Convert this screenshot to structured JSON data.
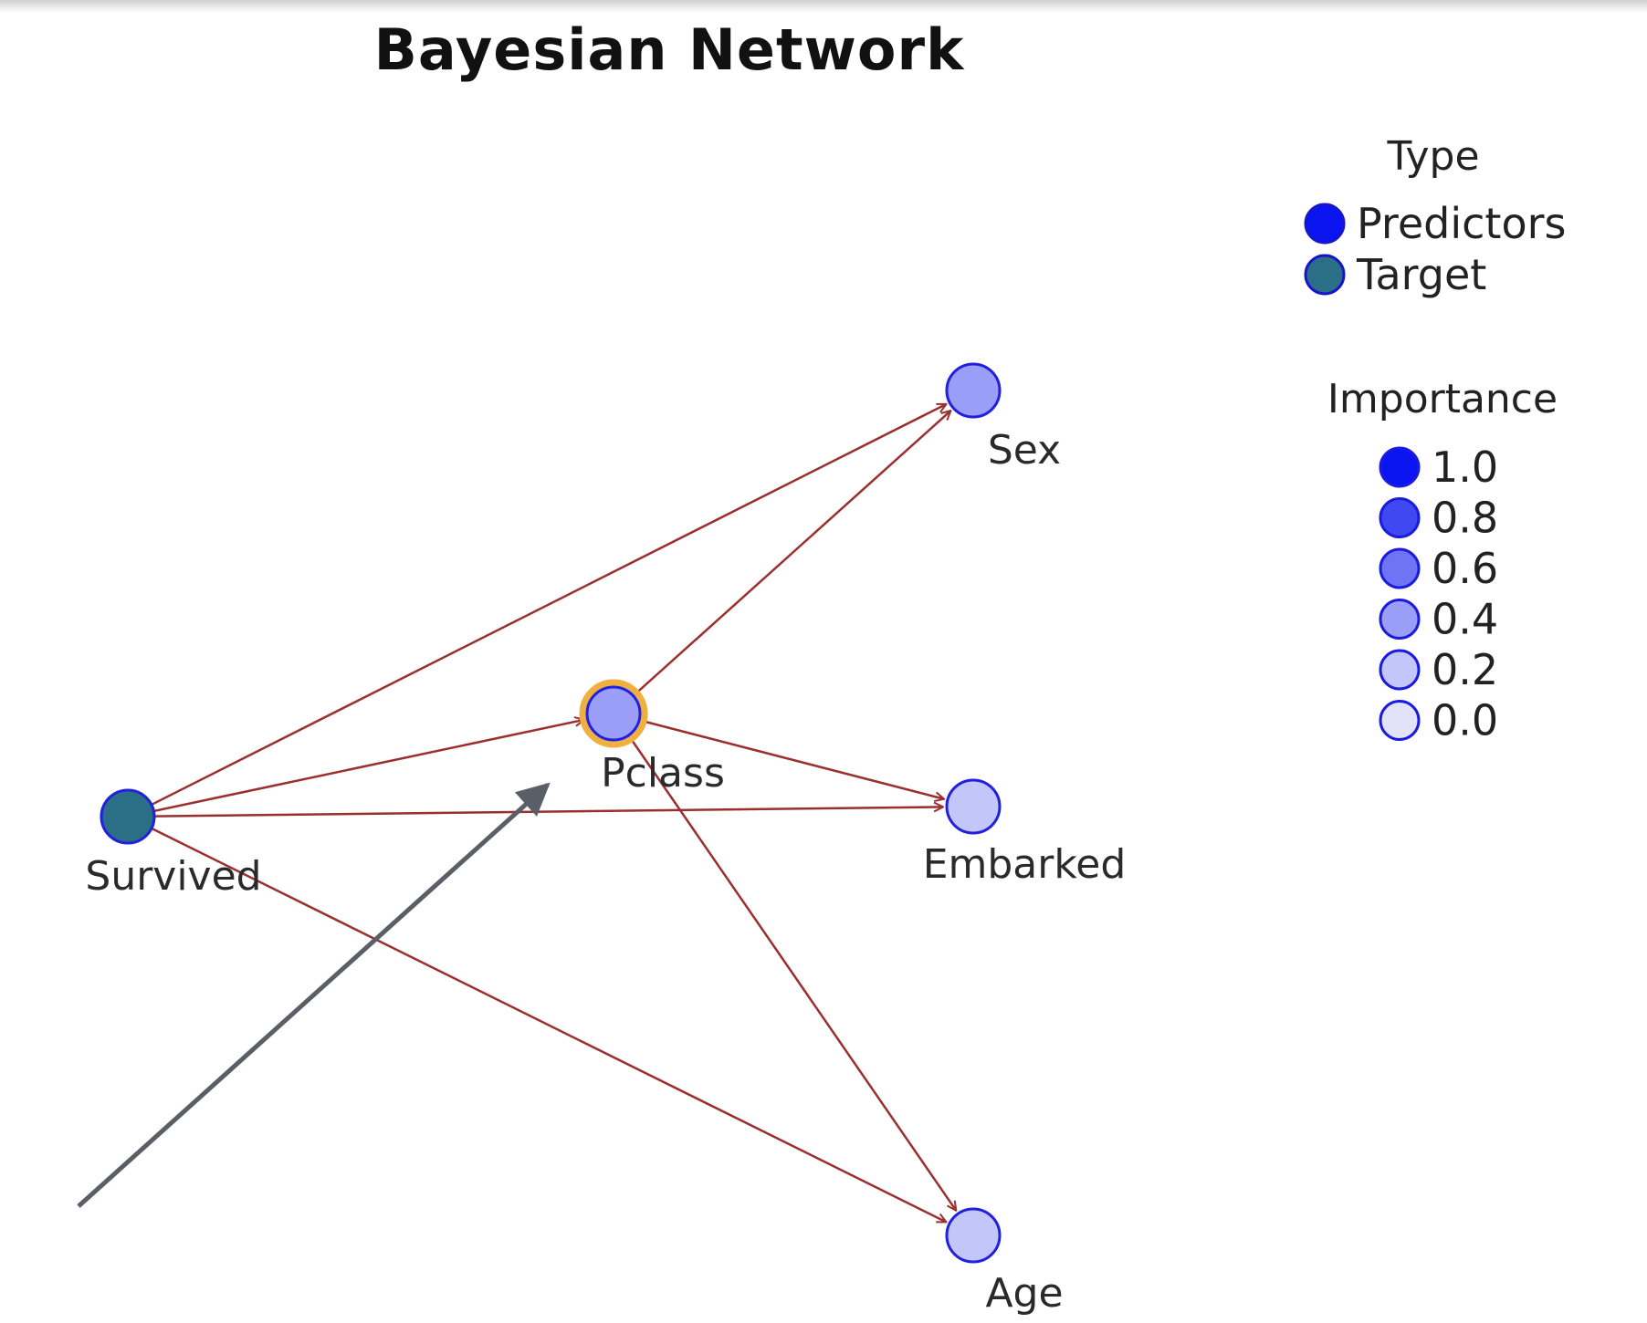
{
  "title": "Bayesian Network",
  "colors": {
    "edge": "#9b2f2f",
    "node_stroke": "#2020dd",
    "target_fill": "#2a6f86",
    "selected_ring": "#f0b040",
    "annotation_arrow": "#5a5e66"
  },
  "nodes": [
    {
      "id": "survived",
      "label": "Survived",
      "type": "Target",
      "importance": null,
      "selected": false
    },
    {
      "id": "pclass",
      "label": "Pclass",
      "type": "Predictors",
      "importance": 0.4,
      "selected": true
    },
    {
      "id": "sex",
      "label": "Sex",
      "type": "Predictors",
      "importance": 0.4,
      "selected": false
    },
    {
      "id": "embarked",
      "label": "Embarked",
      "type": "Predictors",
      "importance": 0.1,
      "selected": false
    },
    {
      "id": "age",
      "label": "Age",
      "type": "Predictors",
      "importance": 0.1,
      "selected": false
    }
  ],
  "edges": [
    {
      "from": "survived",
      "to": "sex"
    },
    {
      "from": "survived",
      "to": "pclass"
    },
    {
      "from": "survived",
      "to": "embarked"
    },
    {
      "from": "survived",
      "to": "age"
    },
    {
      "from": "pclass",
      "to": "sex"
    },
    {
      "from": "pclass",
      "to": "embarked"
    },
    {
      "from": "pclass",
      "to": "age"
    }
  ],
  "legend": {
    "type_title": "Type",
    "type_items": [
      {
        "label": "Predictors",
        "fill": "#0a14f0"
      },
      {
        "label": "Target",
        "fill": "#2a6f86"
      }
    ],
    "importance_title": "Importance",
    "importance_items": [
      {
        "label": "1.0",
        "fill": "#0a14f0"
      },
      {
        "label": "0.8",
        "fill": "#4048f2"
      },
      {
        "label": "0.6",
        "fill": "#6e74f4"
      },
      {
        "label": "0.4",
        "fill": "#9a9ef6"
      },
      {
        "label": "0.2",
        "fill": "#c3c6f9"
      },
      {
        "label": "0.0",
        "fill": "#e2e3fb"
      }
    ]
  }
}
